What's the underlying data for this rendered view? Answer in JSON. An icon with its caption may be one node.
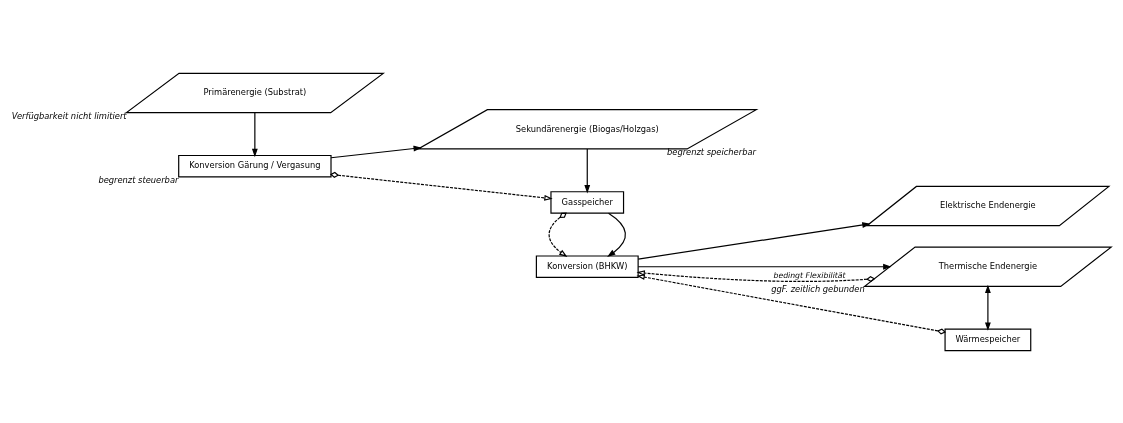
{
  "diagram": {
    "nodes": [
      {
        "text": [
          "Primärenergie (Substrat)"
        ],
        "beside": [
          "Verfügbarkeit nicht limitiert"
        ]
      },
      {
        "text": [
          "Konversion Gärung / Vergasung"
        ],
        "beside": [
          "begrenzt steuerbar"
        ]
      },
      {
        "text": [
          "Sekundärenergie (Biogas/Holzgas)"
        ],
        "beside": [
          "begrenzt speicherbar"
        ]
      },
      {
        "text": [
          "Gasspeicher"
        ]
      },
      {
        "text": [
          "Konversion (BHKW)"
        ]
      },
      {
        "text": [
          "Elektrische Endenergie"
        ]
      },
      {
        "text": [
          "Thermische Endenergie"
        ],
        "beside": [
          "ggF. zeitlich gebunden"
        ]
      },
      {
        "text": [
          "Wärmespeicher"
        ]
      }
    ],
    "edges": [
      {
        "from": 0,
        "to": 1,
        "arrow": "to"
      },
      {
        "from": 1,
        "to": 2,
        "arrow": "to"
      },
      {
        "from": 2,
        "to": 3,
        "arrow": "to"
      },
      {
        "from": 3,
        "to": 4,
        "arrow": "to"
      },
      {
        "from": 4,
        "to": 5,
        "arrow": "to"
      },
      {
        "from": 4,
        "to": 6,
        "arrow": "to"
      },
      {
        "from": 6,
        "to": 7,
        "arrow": "both"
      },
      {
        "from": 1,
        "to": 3,
        "arrow": "to",
        "style": "dashed"
      },
      {
        "from": 3,
        "to": 4,
        "arrow": "to",
        "style": "dashed"
      },
      {
        "from": 6,
        "to": 4,
        "arrow": "to",
        "style": "dashed",
        "label": "bedingt Flexibilität"
      },
      {
        "from": 7,
        "to": 4,
        "arrow": "to",
        "style": "dashed"
      }
    ]
  }
}
